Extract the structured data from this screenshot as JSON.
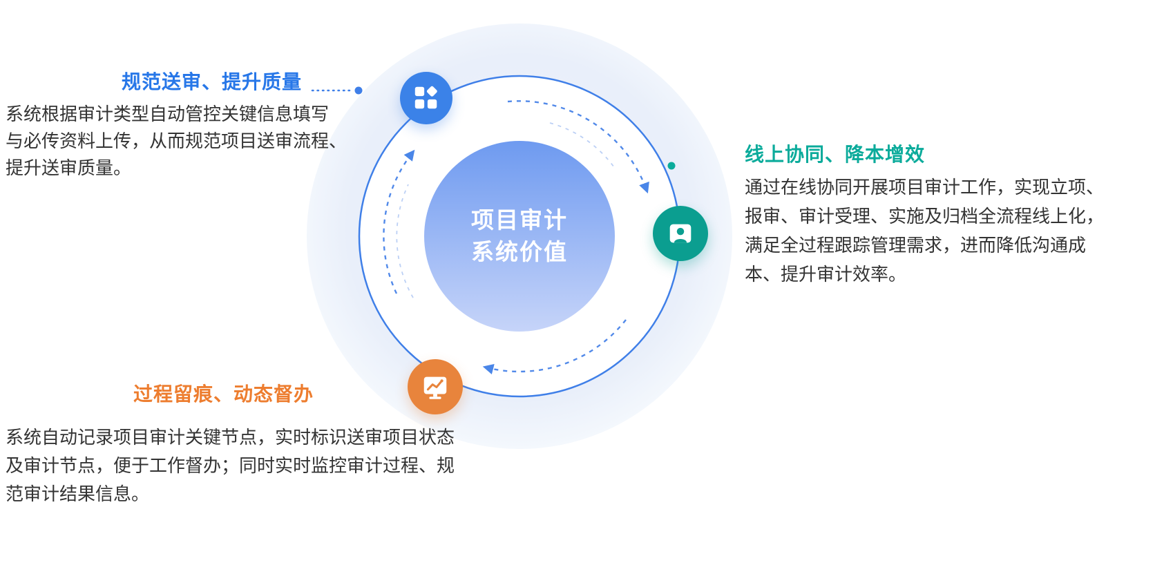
{
  "center": {
    "title": "项目审计\n系统价值"
  },
  "features": {
    "standardize": {
      "title": "规范送审、提升质量",
      "body": "系统根据审计类型自动管控关键信息填写\n与必传资料上传，从而规范项目送审流程、\n提升送审质量。",
      "accent_color": "#2777E8",
      "icon": "dashboard-grid-icon"
    },
    "collaborate": {
      "title": "线上协同、降本增效",
      "body": "通过在线协同开展项目审计工作，实现立项、\n报审、审计受理、实施及归档全流程线上化，\n满足全过程跟踪管理需求，进而降低沟通成\n本、提升审计效率。",
      "accent_color": "#0BAB9B",
      "icon": "contact-card-icon"
    },
    "trace": {
      "title": "过程留痕、动态督办",
      "body": "系统自动记录项目审计关键节点，实时标识送审项目状态\n及审计节点，便于工作督办；同时实时监控审计过程、规\n范审计结果信息。",
      "accent_color": "#ED7D2F",
      "icon": "monitor-chart-icon"
    }
  },
  "diagram": {
    "ring_color": "#3F7FE8",
    "arrow_color": "#5189E9",
    "center_gradient_top": "#6E9AF0",
    "center_gradient_bottom": "#C6D4F9",
    "badge_colors": {
      "standardize": "#3B82E8",
      "collaborate": "#0B9E90",
      "trace": "#E8843C"
    }
  }
}
